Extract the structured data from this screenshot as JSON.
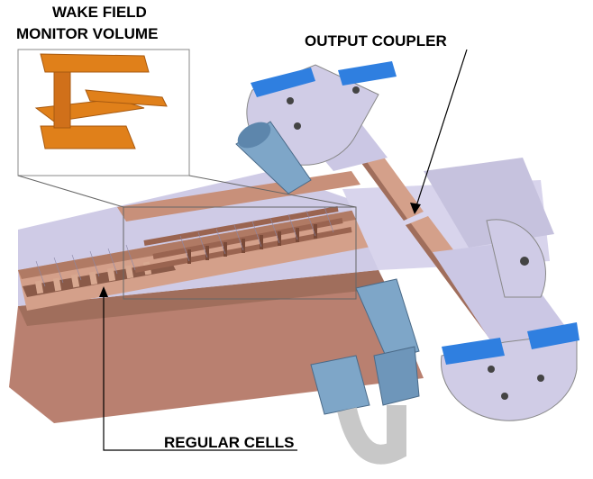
{
  "labels": {
    "wake_field_line1": "WAKE FIELD",
    "wake_field_line2": "MONITOR VOLUME",
    "output_coupler": "OUTPUT COUPLER",
    "regular_cells": "REGULAR CELLS"
  },
  "colors": {
    "copper": "#c8907a",
    "copper_dark": "#9a6450",
    "steel": "#c9c5e0",
    "flange_blue": "#2f7fe0",
    "fitting_blue": "#7ea6c8",
    "hose_gray": "#c8c8c8",
    "inset_orange": "#e0801a"
  }
}
